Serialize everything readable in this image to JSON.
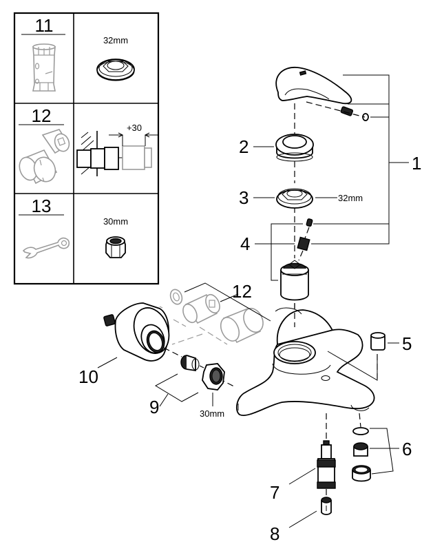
{
  "diagram": {
    "title": "Exploded parts view – single-lever bath mixer",
    "colors": {
      "line": "#000000",
      "optional_parts": "#9a9a9a",
      "background": "#ffffff"
    }
  },
  "legend_table": {
    "rows": [
      {
        "number": "11",
        "tool": "cartridge-socket-tool",
        "detail_label": "32mm",
        "detail": "hex-lock-nut"
      },
      {
        "number": "12",
        "tool": "extension-sleeves",
        "detail_label": "+30",
        "detail": "extension-dimension"
      },
      {
        "number": "13",
        "tool": "open-ring-wrench",
        "detail_label": "30mm",
        "detail": "hex-union-nut"
      }
    ]
  },
  "callouts": {
    "p1": "1",
    "p2": "2",
    "p3": "3",
    "p3_size": "32mm",
    "p4": "4",
    "p5": "5",
    "p6": "6",
    "p7": "7",
    "p8": "8",
    "p9": "9",
    "p9_size": "30mm",
    "p10": "10",
    "p12": "12"
  }
}
